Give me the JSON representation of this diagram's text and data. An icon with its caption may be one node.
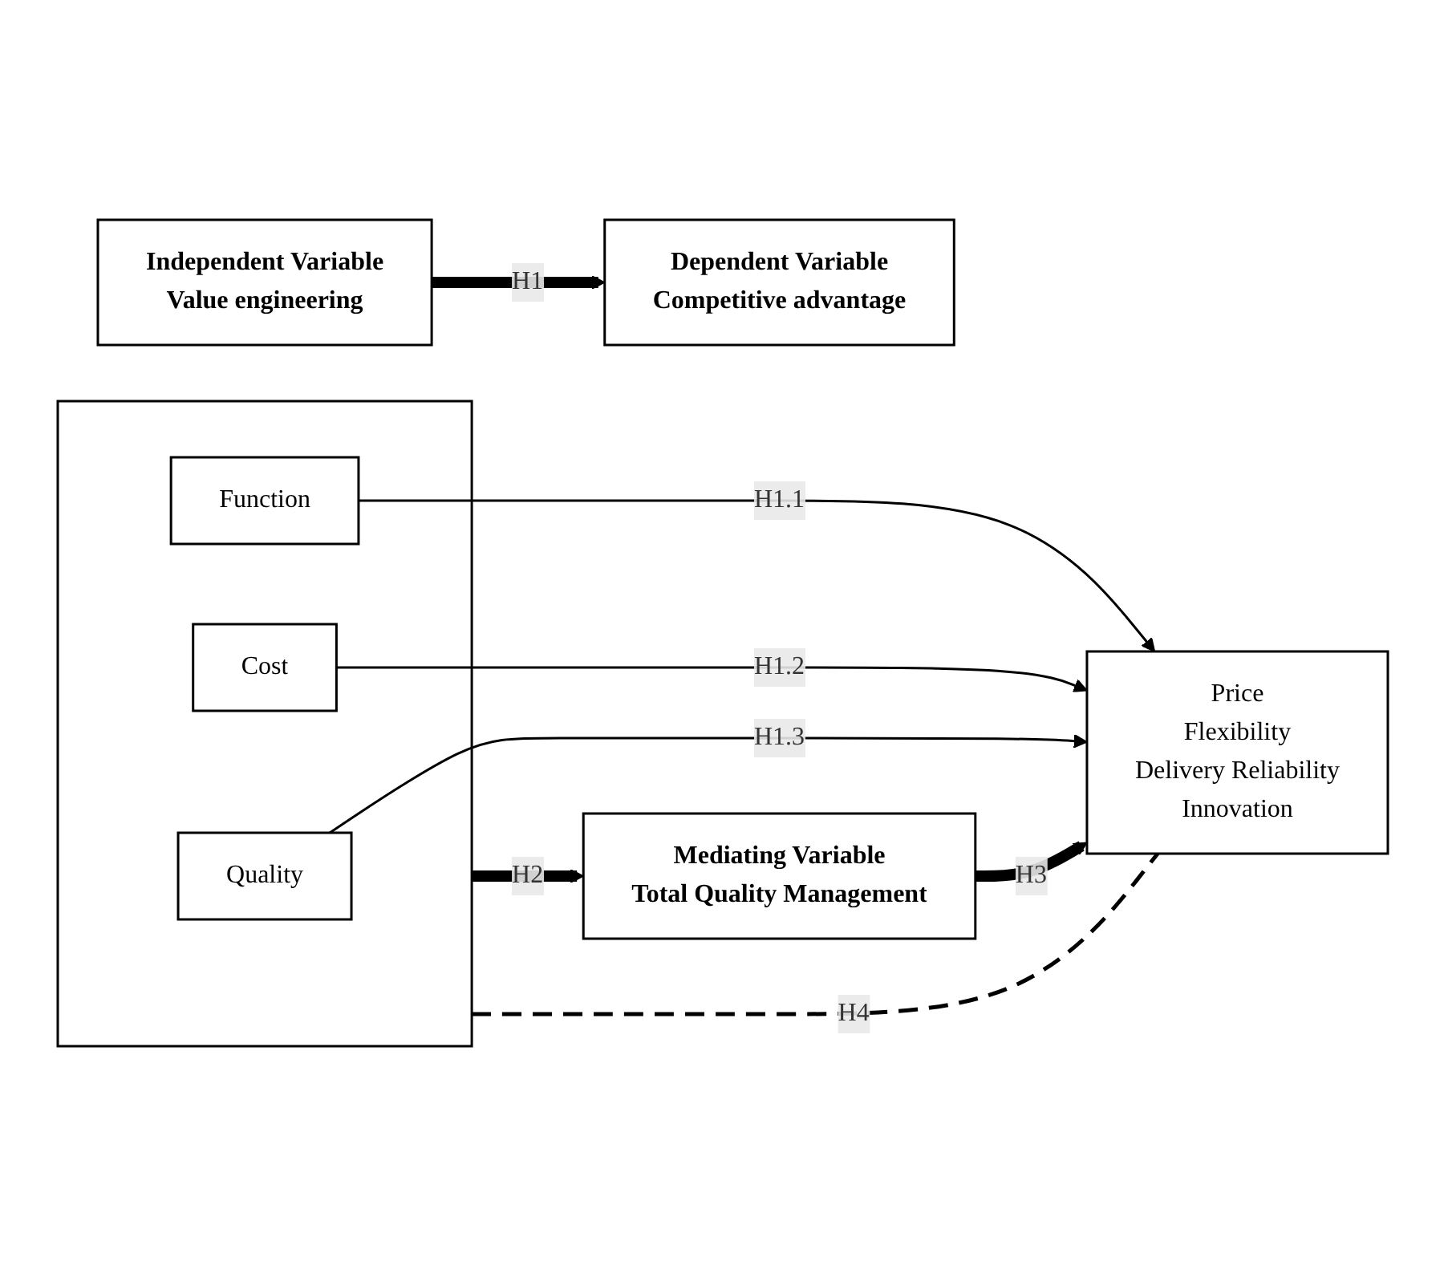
{
  "diagram": {
    "nodes": [
      {
        "text": [
          "Independent Variable",
          "Value engineering"
        ]
      },
      {
        "text": [
          "Dependent Variable",
          "Competitive advantage"
        ]
      },
      {
        "text": [],
        "shape": "box"
      },
      {
        "text": [
          "Function"
        ],
        "in": 2
      },
      {
        "text": [
          "Cost"
        ],
        "in": 2
      },
      {
        "text": [
          "Quality"
        ],
        "in": 2
      },
      {
        "text": [
          "Price",
          "Flexibility",
          "Delivery Reliability",
          "Innovation"
        ]
      },
      {
        "text": [
          "Mediating Variable",
          "Total Quality Management"
        ]
      }
    ],
    "edges": [
      {
        "from": 0,
        "to": 1,
        "arrow": "to",
        "label": "H1",
        "style": "thick"
      },
      {
        "from": 3,
        "to": 6,
        "arrow": "to",
        "label": "H1.1"
      },
      {
        "from": 4,
        "to": 6,
        "arrow": "to",
        "label": "H1.2"
      },
      {
        "from": 5,
        "to": 6,
        "arrow": "to",
        "label": "H1.3"
      },
      {
        "from": 2,
        "to": 7,
        "arrow": "to",
        "label": "H2",
        "style": "thick"
      },
      {
        "from": 7,
        "to": 6,
        "arrow": "to",
        "label": "H3",
        "style": "thick"
      },
      {
        "from": 2,
        "to": 6,
        "arrow": "none",
        "label": "H4",
        "style": "dashed"
      }
    ]
  }
}
